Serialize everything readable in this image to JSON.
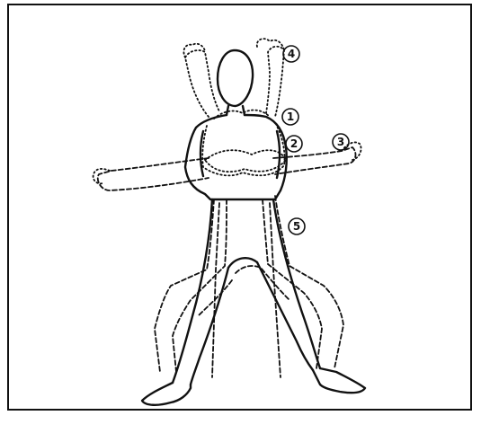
{
  "figure": {
    "labels": [
      "4",
      "1",
      "2",
      "3",
      "5"
    ]
  }
}
